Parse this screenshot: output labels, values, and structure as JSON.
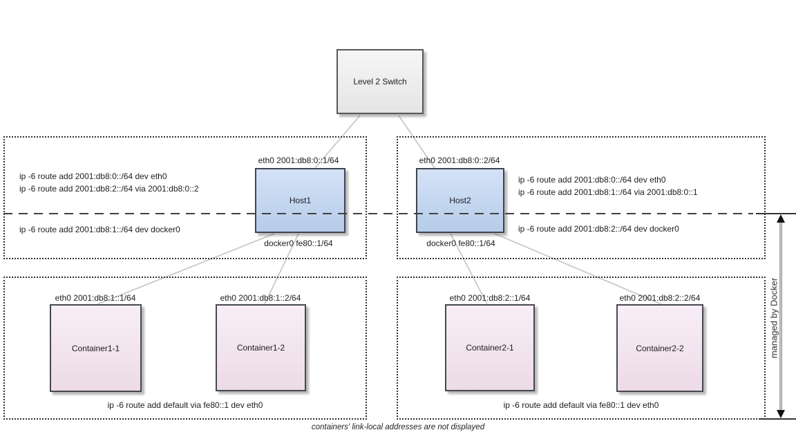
{
  "colors": {
    "host_fill_top": "#d4e2f7",
    "host_fill_bottom": "#b6cce9",
    "host_border": "#3e4450",
    "container_fill_top": "#f8eef6",
    "container_fill_bottom": "#eddbe6",
    "container_border": "#474750",
    "switch_fill_top": "#f6f6f6",
    "switch_fill_bottom": "#e5e5e5",
    "switch_border": "#575757",
    "link_line": "#c4c4c4",
    "dashed_line": "#3f3f3f",
    "zone_border": "#2e2e2e",
    "arrow_line": "#9a9a9a",
    "arrow_head": "#111111",
    "text": "#1c1c1c"
  },
  "switch": {
    "label": "Level 2 Switch"
  },
  "host1": {
    "name": "Host1",
    "eth0": "eth0 2001:db8:0::1/64",
    "docker0": "docker0 fe80::1/64",
    "route1": "ip -6 route add 2001:db8:0::/64 dev eth0",
    "route2": "ip -6 route add 2001:db8:2::/64 via 2001:db8:0::2",
    "route3": "ip -6 route add 2001:db8:1::/64 dev docker0"
  },
  "host2": {
    "name": "Host2",
    "eth0": "eth0 2001:db8:0::2/64",
    "docker0": "docker0 fe80::1/64",
    "route1": "ip -6 route add 2001:db8:0::/64 dev eth0",
    "route2": "ip -6 route add 2001:db8:1::/64 via 2001:db8:0::1",
    "route3": "ip -6 route add 2001:db8:2::/64 dev docker0"
  },
  "containers": [
    {
      "name": "Container1-1",
      "eth0": "eth0 2001:db8:1::1/64"
    },
    {
      "name": "Container1-2",
      "eth0": "eth0 2001:db8:1::2/64"
    },
    {
      "name": "Container2-1",
      "eth0": "eth0 2001:db8:2::1/64"
    },
    {
      "name": "Container2-2",
      "eth0": "eth0 2001:db8:2::2/64"
    }
  ],
  "zone1_default_route": "ip -6 route add default via fe80::1 dev eth0",
  "zone2_default_route": "ip -6 route add default via fe80::1 dev eth0",
  "side_label": "managed by Docker",
  "footnote": "containers' link-local addresses are not displayed"
}
